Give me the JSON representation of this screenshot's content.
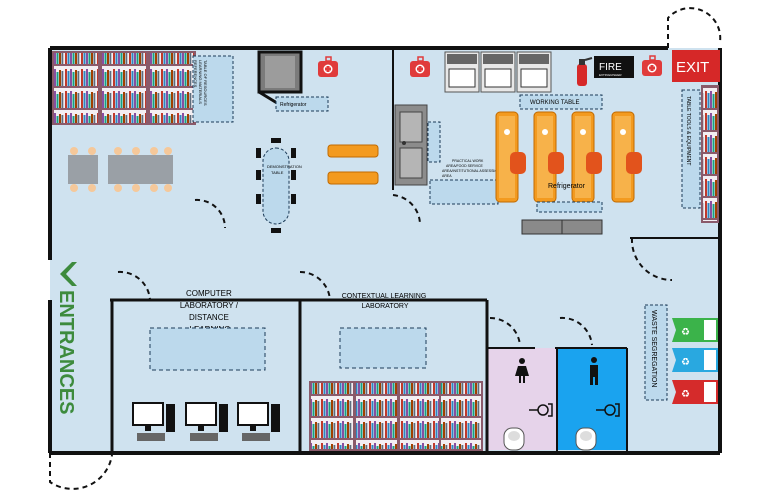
{
  "labels": {
    "exit": "EXIT",
    "fire": "FIRE",
    "fire_sub": "EXTINGUISHER",
    "entrances": "ENTRANCES",
    "working_table": "WORKING TABLE",
    "refrigerator": "Refrigerator",
    "refrigerator_small": "Refrigerator",
    "tools_equipment": "TABLE TOOLS & EQUIPMENT",
    "computer_lab_1": "COMPUTER",
    "computer_lab_2": "LABORATORY /",
    "computer_lab_3": "DISTANCE",
    "computer_lab_4": "LEARNING",
    "contextual_1": "CONTEXTUAL LEARNING",
    "contextual_2": "LABORATORY",
    "waste": "WASTE SEGREGATION",
    "practical_1": "PRACTICAL WORK",
    "practical_2": "AREA/FOOD SERVICE",
    "practical_3": "AREA/INSTITUTIONAL ASSESSMENT",
    "practical_4": "AREA",
    "demo_1": "DEMONSTRATION",
    "demo_2": "TABLE",
    "shelf_note_1": "TABLE OF RESOURCES",
    "shelf_note_2": "LEARNING MATERIALS",
    "shelf_note_3": "REFERENCES"
  },
  "colors": {
    "floor": "#cfe2ef",
    "wall": "#111111",
    "exit_bg": "#d62828",
    "entrance_green": "#3d8b3d",
    "toilet_female": "#e6d3ea",
    "toilet_male": "#1aa3ef",
    "table_fill": "#bcd9ec",
    "stove_orange": "#f39a1f",
    "bin_green": "#3bb34a",
    "bin_blue": "#29a8e0",
    "bin_red": "#d52b2b",
    "book_frame": "#8a5a6a"
  },
  "icons": {
    "first_aid": "first-aid-icon",
    "fire_extinguisher": "fire-extinguisher-icon",
    "female": "female-toilet-icon",
    "male": "male-toilet-icon",
    "computer": "desktop-computer-icon",
    "entrance_arrow": "chevron-left-icon"
  }
}
